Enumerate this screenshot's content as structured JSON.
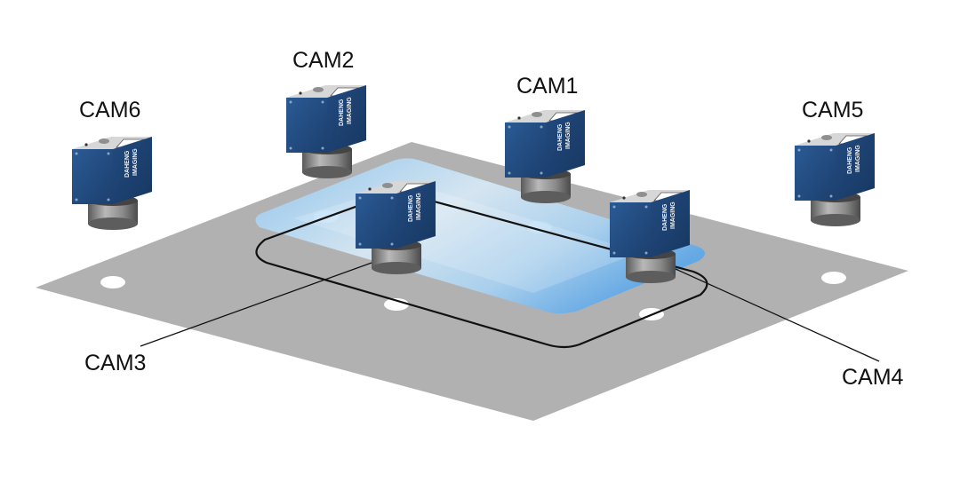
{
  "colors": {
    "plate": "#b1b1b1",
    "hole": "#ffffff",
    "glass": "#7fb8ea",
    "outline": "#111111",
    "camera_body": "#1f477a",
    "camera_lens": "#8a8a8a",
    "leader_line": "#111111"
  },
  "cameras": [
    {
      "id": "cam1",
      "label": "CAM1",
      "brand_line1": "DAHENG",
      "brand_line2": "IMAGING",
      "icon": "camera-icon"
    },
    {
      "id": "cam2",
      "label": "CAM2",
      "brand_line1": "DAHENG",
      "brand_line2": "IMAGING",
      "icon": "camera-icon"
    },
    {
      "id": "cam3",
      "label": "CAM3",
      "brand_line1": "DAHENG",
      "brand_line2": "IMAGING",
      "icon": "camera-icon"
    },
    {
      "id": "cam4",
      "label": "CAM4",
      "brand_line1": "DAHENG",
      "brand_line2": "IMAGING",
      "icon": "camera-icon"
    },
    {
      "id": "cam5",
      "label": "CAM5",
      "brand_line1": "DAHENG",
      "brand_line2": "IMAGING",
      "icon": "camera-icon"
    },
    {
      "id": "cam6",
      "label": "CAM6",
      "brand_line1": "DAHENG",
      "brand_line2": "IMAGING",
      "icon": "camera-icon"
    }
  ]
}
